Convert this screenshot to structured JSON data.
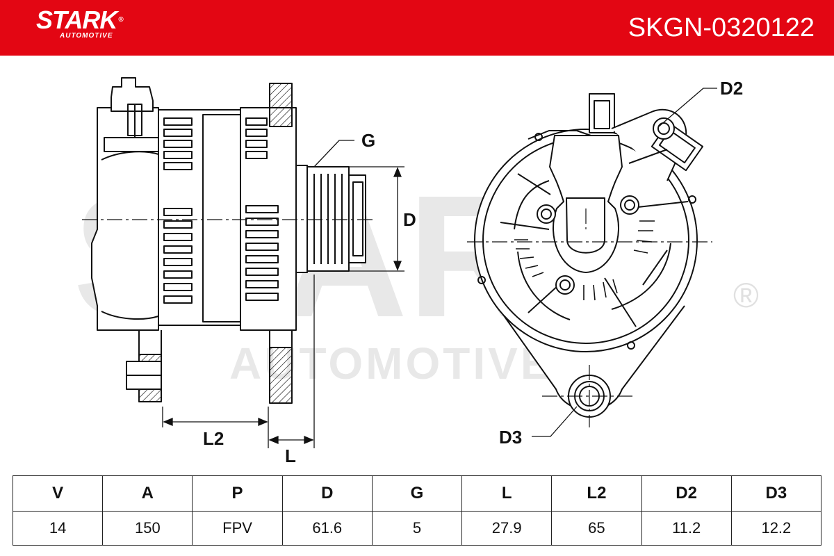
{
  "brand": {
    "name": "STARK",
    "sub": "AUTOMOTIVE",
    "reg": "®"
  },
  "part_number": "SKGN-0320122",
  "watermark": {
    "main": "STARK",
    "sub": "AUTOMOTIVE",
    "reg": "®"
  },
  "dimension_labels": {
    "g": "G",
    "d": "D",
    "l2": "L2",
    "l": "L",
    "d2": "D2",
    "d3": "D3"
  },
  "colors": {
    "brand_red": "#e30613",
    "line": "#111111",
    "watermark": "#d9d9d9"
  },
  "spec_table": {
    "headers": [
      "V",
      "A",
      "P",
      "D",
      "G",
      "L",
      "L2",
      "D2",
      "D3"
    ],
    "values": [
      "14",
      "150",
      "FPV",
      "61.6",
      "5",
      "27.9",
      "65",
      "11.2",
      "12.2"
    ]
  }
}
